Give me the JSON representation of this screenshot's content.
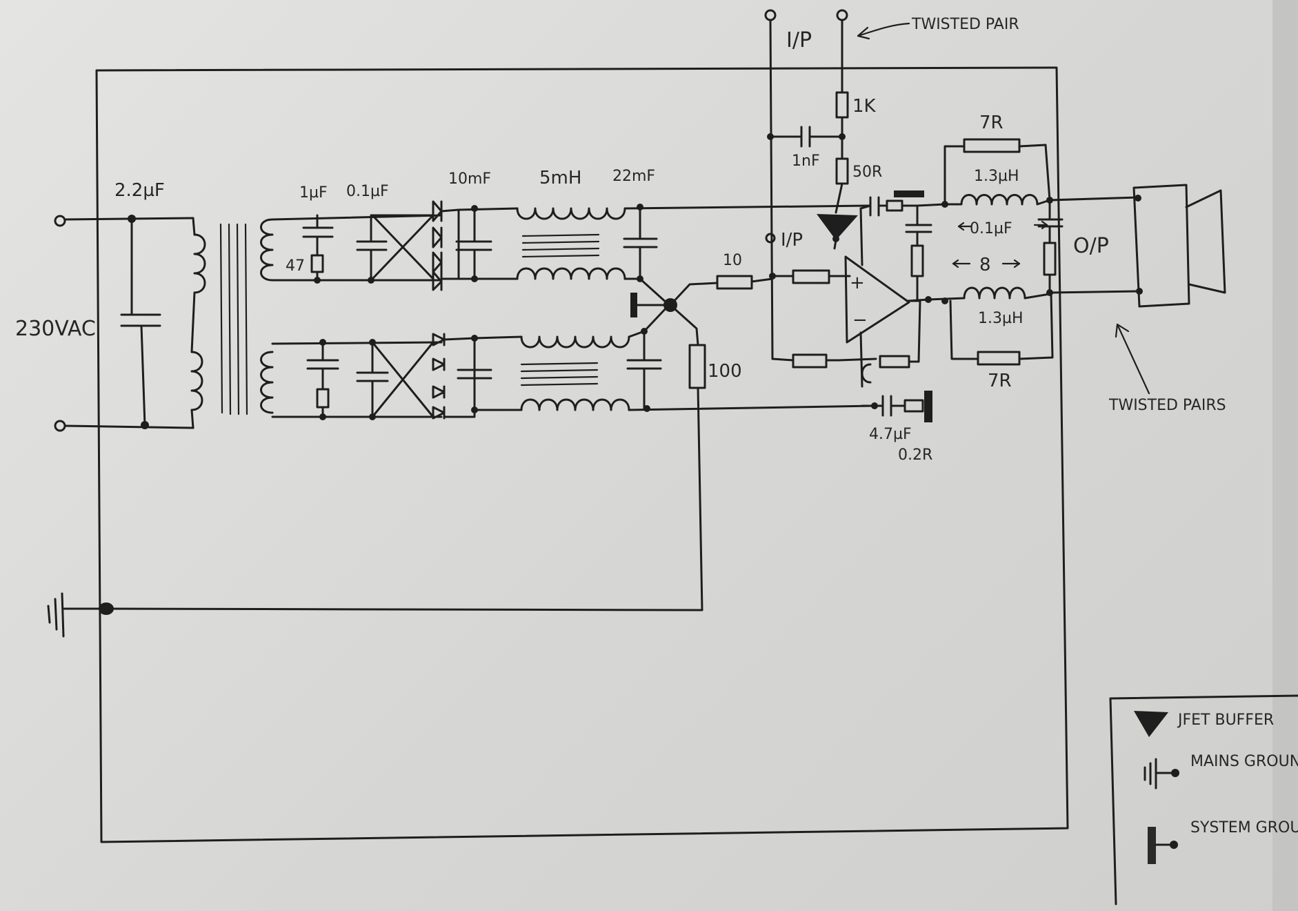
{
  "labels": {
    "mains_voltage": "230VAC",
    "c_mains": "2.2µF",
    "c_1uf": "1µF",
    "c_01uf": "0.1µF",
    "c_10mf": "10mF",
    "l_5mh": "5mH",
    "c_22mf": "22mF",
    "r_47": "47",
    "r_1k": "1K",
    "c_1nf": "1nF",
    "r_50r": "50R",
    "ip_top": "I/P",
    "ip_mid": "I/P",
    "twisted_pair": "TWISTED PAIR",
    "r_7r_top": "7R",
    "l_13uh_top": "1.3µH",
    "c_01uf_out": "0.1µF",
    "r_8": "8",
    "op_label": "O/P",
    "l_13uh_bot": "1.3µH",
    "r_7r_bot": "7R",
    "twisted_pairs": "TWISTED PAIRS",
    "r_10": "10",
    "r_100": "100",
    "c_47uf": "4.7µF",
    "r_02r": "0.2R",
    "opamp_plus": "+",
    "opamp_minus": "−"
  },
  "legend": {
    "jfet_buffer": "JFET BUFFER",
    "mains_ground": "MAINS GROUND",
    "system_ground": "SYSTEM GROUND."
  }
}
